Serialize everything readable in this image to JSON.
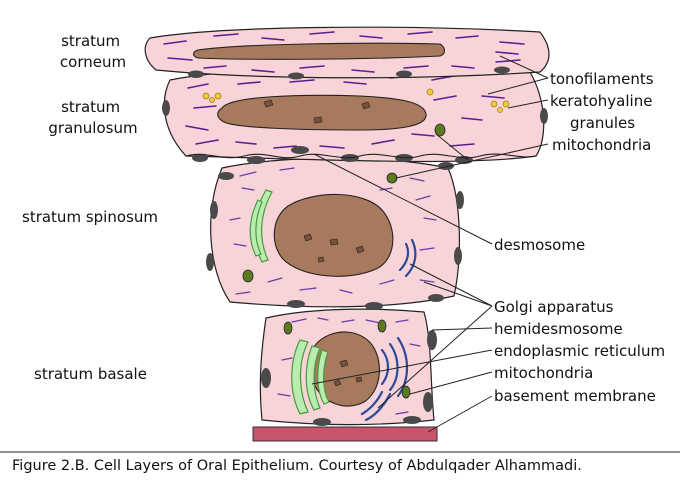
{
  "layers": {
    "corneum": [
      "stratum",
      "corneum"
    ],
    "granulosum": [
      "stratum",
      "granulosum"
    ],
    "spinosum": "stratum spinosum",
    "basale": "stratum basale"
  },
  "labels": {
    "tonofilaments": "tonofilaments",
    "keratohyaline": [
      "keratohyaline",
      "granules"
    ],
    "mitochondria_upper": "mitochondria",
    "desmosome": "desmosome",
    "golgi": "Golgi apparatus",
    "hemidesmosome": "hemidesmosome",
    "endoplasmic_reticulum": "endoplasmic reticulum",
    "mitochondria_lower": "mitochondria",
    "basement_membrane": "basement membrane"
  },
  "caption": "Figure 2.B. Cell Layers of Oral Epithelium. Courtesy of Abdulqader Alhammadi.",
  "colors": {
    "cell": "#f8d3d8",
    "nucleus": "#a87a5d",
    "tonofilament": "#5c1f8f",
    "mitochondria": "#5c7a1e",
    "keratohyaline": "#f4c842",
    "endoplasmic_reticulum": "#b9ecb0",
    "golgi": "#2a4a9a",
    "basement_membrane": "#c8566a"
  }
}
